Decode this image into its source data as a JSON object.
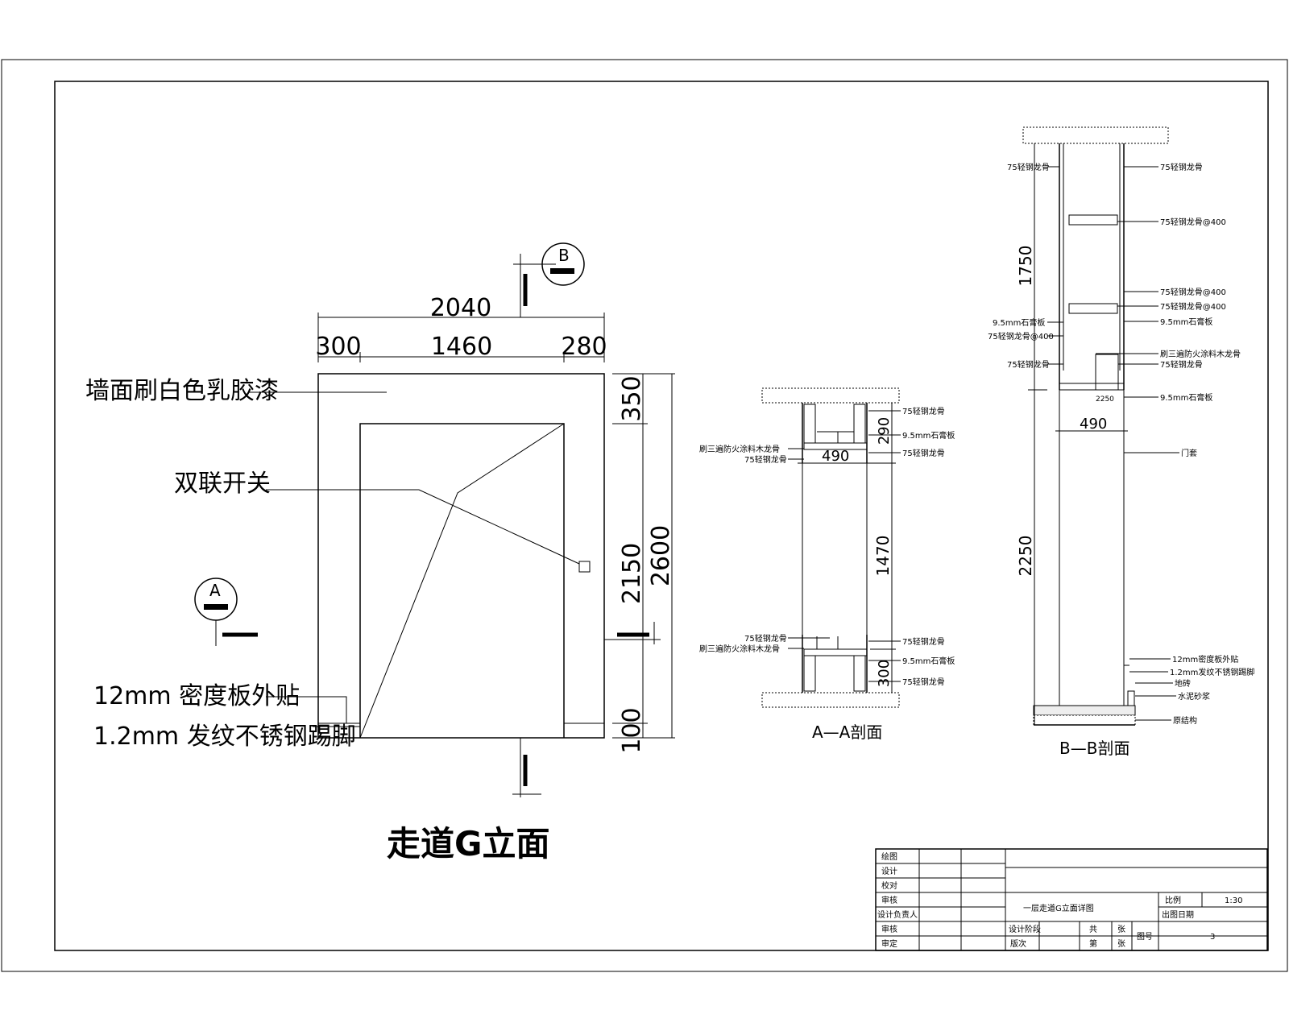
{
  "elevation": {
    "title": "走道G立面",
    "dims": {
      "total_width": "2040",
      "left_width": "300",
      "door_width": "1460",
      "right_width": "280",
      "total_height": "2600",
      "top_height": "350",
      "door_height": "2150",
      "base_height": "100"
    },
    "labels": {
      "wall_paint": "墙面刷白色乳胶漆",
      "double_switch": "双联开关",
      "mdf": "12mm 密度板外贴",
      "kick_plate": "1.2mm 发纹不锈钢踢脚"
    },
    "section_marks": {
      "a": "A",
      "b": "B"
    }
  },
  "section_a": {
    "title": "A—A剖面",
    "dims": {
      "width": "490",
      "top": "290",
      "middle": "1470",
      "bottom": "300"
    },
    "notes": {
      "stud_tr": "75轻钢龙骨",
      "gypsum_tr": "9.5mm石膏板",
      "stud_tr2": "75轻钢龙骨",
      "fire_l_top": "刷三遍防火涂料木龙骨",
      "stud_l_top": "75轻钢龙骨",
      "stud_l_bot": "75轻钢龙骨",
      "fire_l_bot": "刷三遍防火涂料木龙骨",
      "stud_br": "75轻钢龙骨",
      "gypsum_br": "9.5mm石膏板",
      "stud_br2": "75轻钢龙骨"
    }
  },
  "section_b": {
    "title": "B—B剖面",
    "dims": {
      "upper": "1750",
      "lower": "2250",
      "width": "490",
      "small": "2250"
    },
    "notes": {
      "l1": "75轻钢龙骨",
      "l2": "9.5mm石膏板",
      "l3": "75轻钢龙骨@400",
      "l4": "75轻钢龙骨",
      "r1": "75轻钢龙骨",
      "r2": "75轻钢龙骨@400",
      "r3": "75轻钢龙骨@400",
      "r4": "75轻钢龙骨@400",
      "r5": "9.5mm石膏板",
      "r6": "刷三遍防火涂料木龙骨",
      "r7": "75轻钢龙骨",
      "r8": "9.5mm石膏板",
      "r9": "门套",
      "r10": "12mm密度板外贴",
      "r11": "1.2mm发纹不锈钢踢脚",
      "r12": "地砖",
      "r13": "水泥砂浆",
      "r14": "原结构"
    }
  },
  "title_block": {
    "left_labels": [
      "绘图",
      "设计",
      "校对",
      "审核",
      "设计负责人",
      "审核",
      "审定"
    ],
    "drawing_name": "一层走道G立面详图",
    "scale_label": "比例",
    "scale_value": "1:30",
    "date_label": "出图日期",
    "stage_label": "设计阶段",
    "drawing_no_label": "图号",
    "drawing_no_value": "3",
    "sheet_label": "共",
    "sheet_unit": "张",
    "sheet_of_label": "第",
    "sheet_of_unit": "张",
    "version_label": "版次"
  }
}
